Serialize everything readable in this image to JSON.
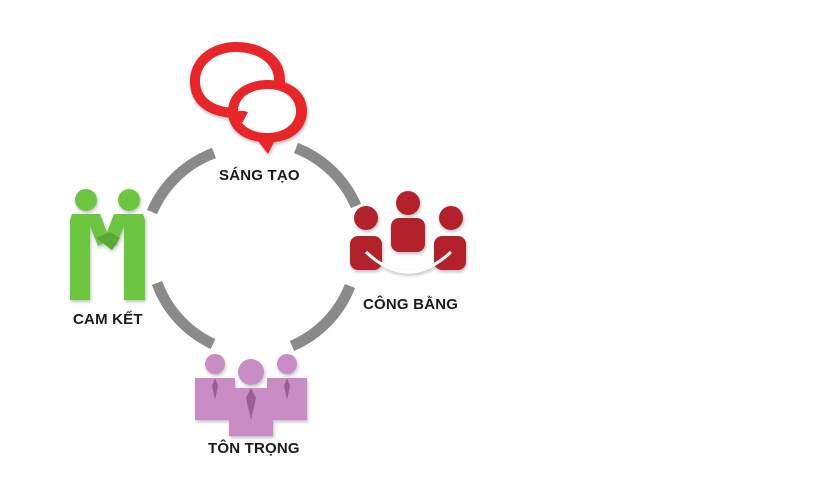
{
  "values": {
    "creativity": {
      "label": "SÁNG TẠO",
      "icon": "speech-bubbles-icon",
      "color": "#e8262b"
    },
    "fairness": {
      "label": "CÔNG BẰNG",
      "icon": "team-group-icon",
      "color": "#b3222a"
    },
    "commitment": {
      "label": "CAM KẾT",
      "icon": "handshake-icon",
      "color": "#6cc63f"
    },
    "respect": {
      "label": "TÔN TRỌNG",
      "icon": "business-people-icon",
      "color": "#c98cc4"
    }
  },
  "ring_color": "#8a8a8a"
}
